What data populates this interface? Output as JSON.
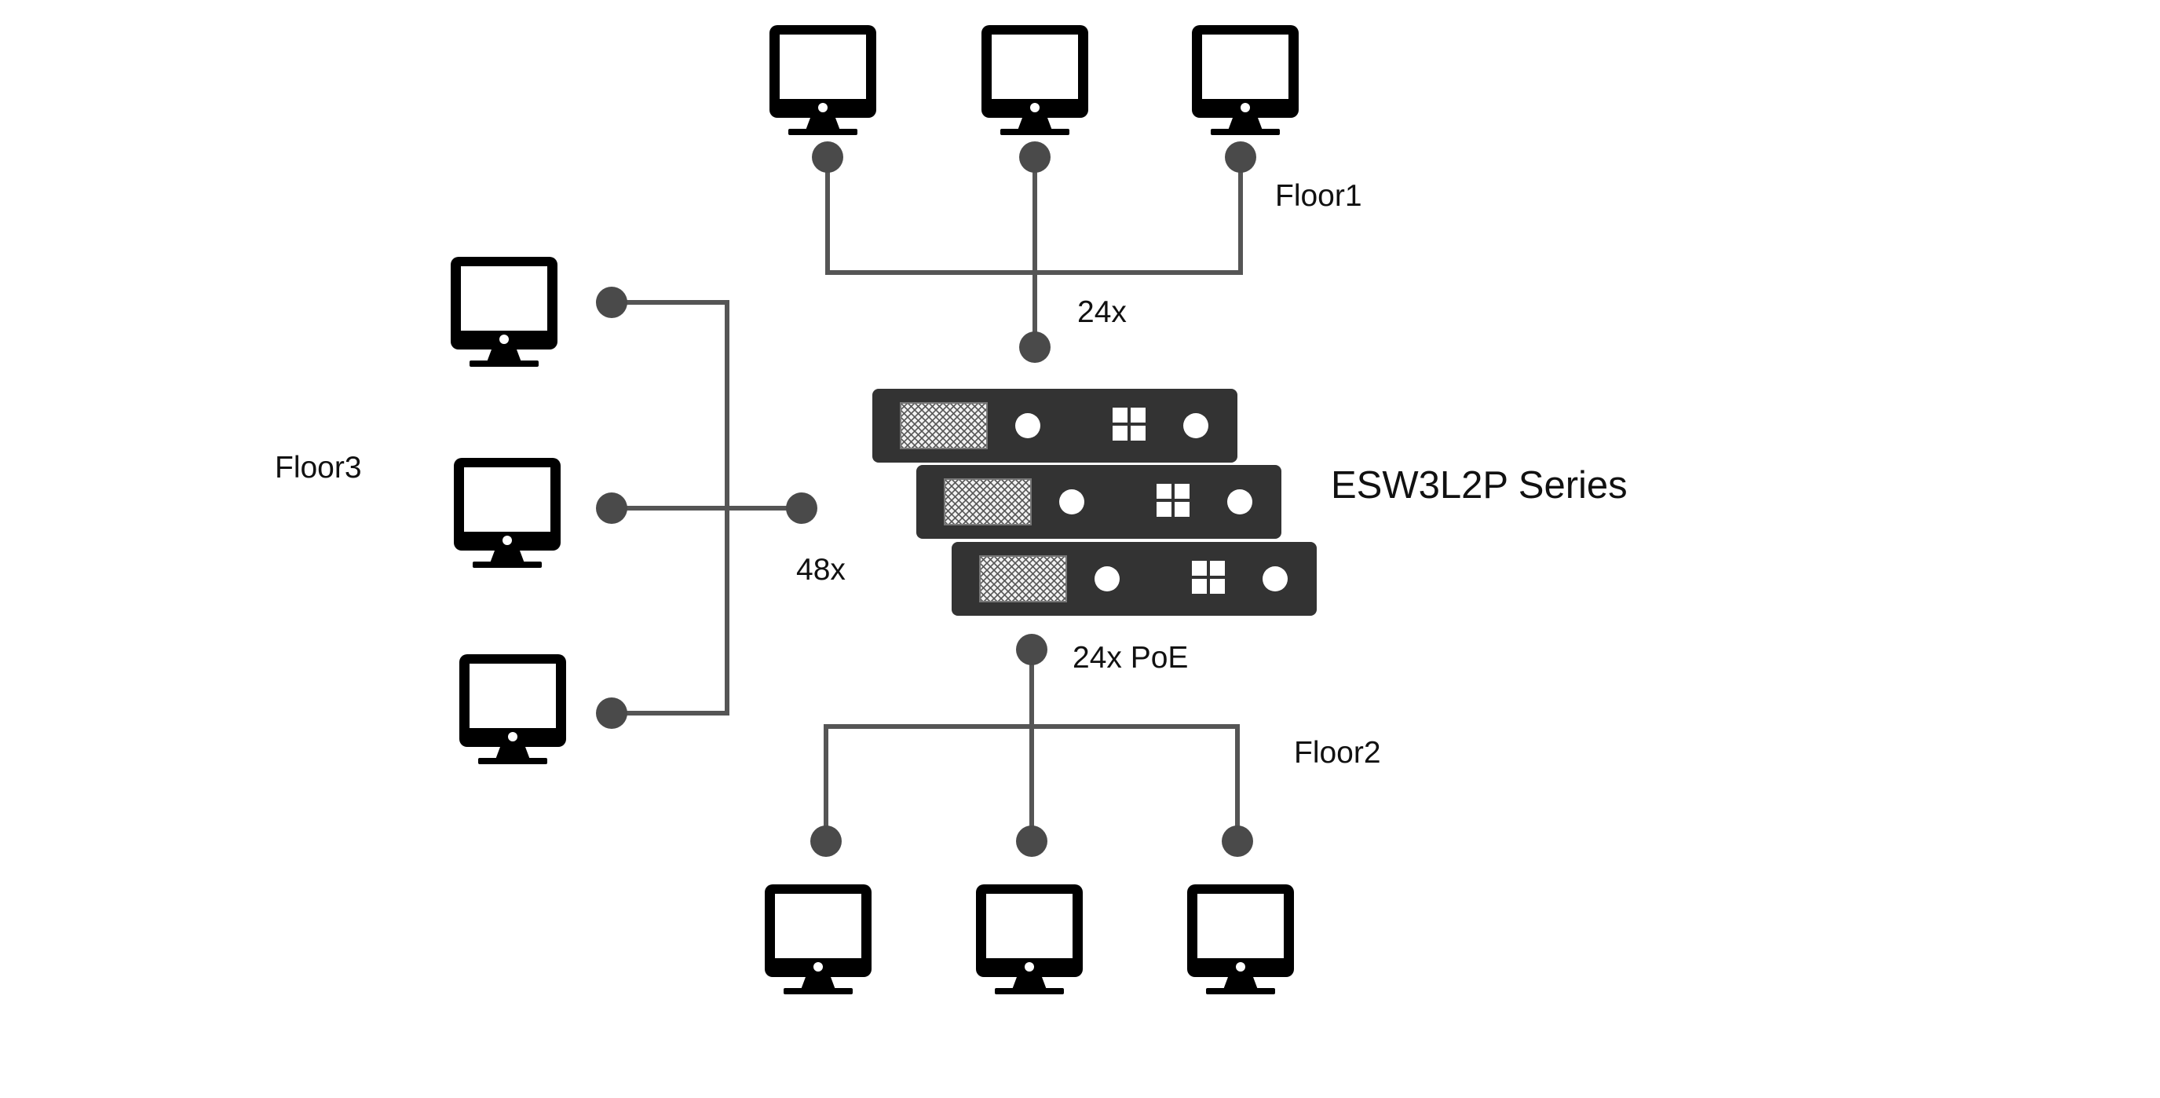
{
  "labels": {
    "floor1": "Floor1",
    "floor2": "Floor2",
    "floor3": "Floor3",
    "ports_floor1": "24x",
    "ports_floor2": "24x PoE",
    "ports_floor3": "48x",
    "product": "ESW3L2P Series"
  },
  "icons": {
    "workstation": "monitor-icon",
    "switch": "network-switch-icon",
    "connection": "port-dot"
  },
  "colors": {
    "line": "#555555",
    "dot": "#4a4a4a",
    "device": "#000000",
    "switch_body": "#333333",
    "background": "#ffffff"
  }
}
